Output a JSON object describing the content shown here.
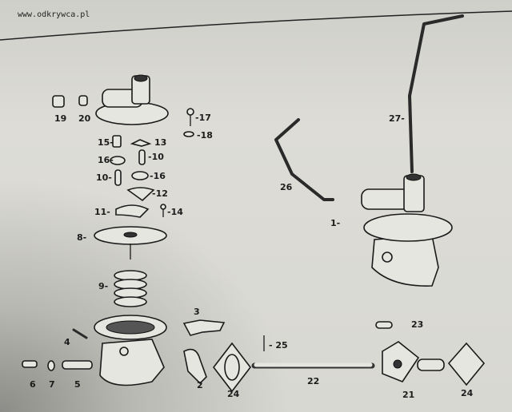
{
  "watermark": "www.odkrywca.pl",
  "labels": {
    "l19": "19",
    "l20": "20",
    "l17": "-17",
    "l18": "-18",
    "l15": "15-",
    "l13": "13",
    "l16a": "16-",
    "l10a": "-10",
    "l10b": "10-",
    "l16b": "-16",
    "l12": "-12",
    "l11": "11-",
    "l14": "-14",
    "l8": "8-",
    "l9": "9-",
    "l4": "4",
    "l6": "6",
    "l7": "7",
    "l5": "5",
    "l3": "3",
    "l2": "2",
    "l24a": "24",
    "l25": "- 25",
    "l22": "22",
    "l23": "23",
    "l21": "21",
    "l24b": "24",
    "l1": "1-",
    "l26": "26",
    "l27": "27-"
  }
}
